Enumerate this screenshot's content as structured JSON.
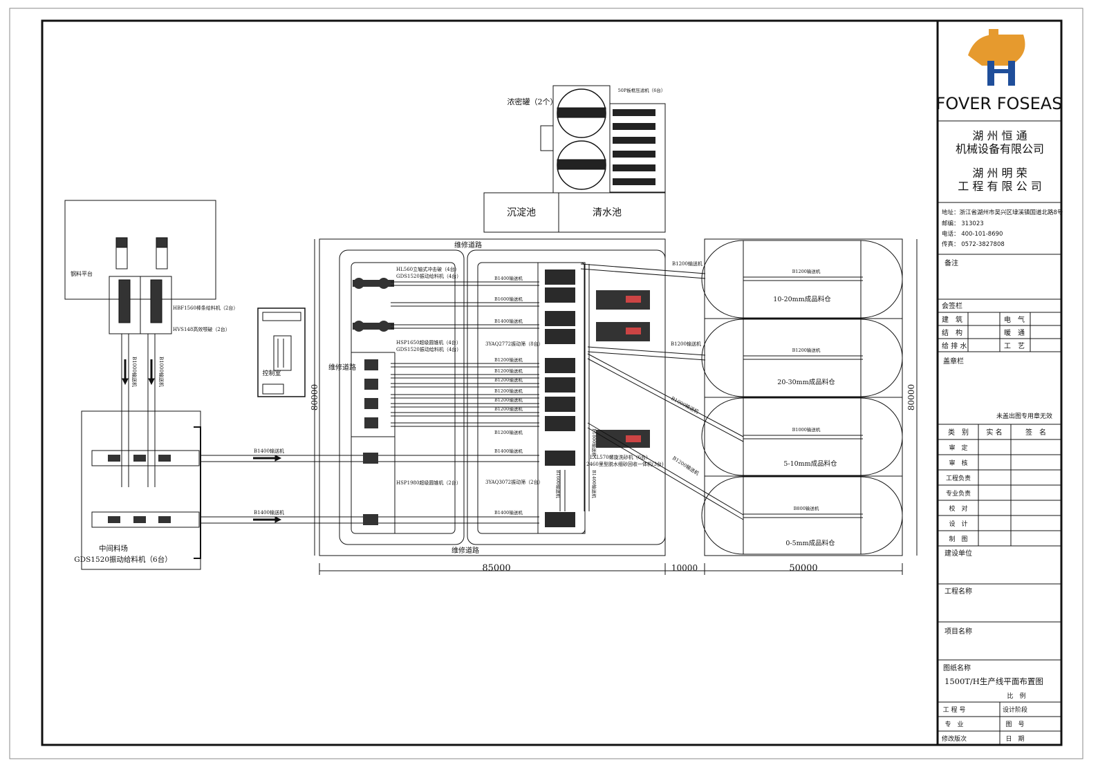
{
  "colors": {
    "line": "#111111",
    "logo_orange": "#E69A2E",
    "logo_blue": "#1F4E9A",
    "paper": "#ffffff"
  },
  "title_block": {
    "logo_text": "FOVER FOSEAS",
    "company_1_line_1": "湖 州 恒 通",
    "company_1_line_2": "机械设备有限公司",
    "company_2_line_1": "湖 州 明 荣",
    "company_2_line_2": "工 程 有 限 公 司",
    "address": "地址：浙江省湖州市吴兴区埭溪镇国道北路8号",
    "postcode": "邮编： 313023",
    "phone": "电话： 400-101-8690",
    "fax": "传真： 0572-3827808",
    "remarks": "备注",
    "countersign": "会签栏",
    "sign_cells": [
      [
        "建　筑",
        "电　气"
      ],
      [
        "结　构",
        "暖　通"
      ],
      [
        "给 排 水",
        "工　艺"
      ]
    ],
    "seal": "盖章栏",
    "seal_note": "未盖出图专用章无效",
    "approval_header": [
      "类　别",
      "实 名",
      "签　名"
    ],
    "approval_rows": [
      "审　定",
      "审　核",
      "工程负责",
      "专业负责",
      "校　对",
      "设　计",
      "制　图"
    ],
    "construction_unit": "建设单位",
    "project_name": "工程名称",
    "item_name": "项目名称",
    "drawing_name_label": "图纸名称",
    "drawing_name": "1500T/H生产线平面布置图",
    "scale": "比　例",
    "footer_cells": [
      [
        "工 程 号",
        "设计阶段"
      ],
      [
        "专　业",
        "图　号"
      ],
      [
        "修改版次",
        "日　期"
      ]
    ]
  },
  "labels": {
    "thickener": "浓密罐（2个）",
    "filter_press": "50P板框压滤机（6台）",
    "sedimentation": "沉淀池",
    "clear_water": "清水池",
    "steel_platform": "钢料平台",
    "hbf": "HBF1560棒条给料机（2台）",
    "hvs": "HVS148高效颚破（2台）",
    "control_room": "控制室",
    "b1000_a": "B1000输送机",
    "b1000_b": "B1000输送机",
    "middle_yard": "中间料场",
    "gds_yard": "GDS1520振动给料机（6台）",
    "road_top": "维修道路",
    "road_bottom": "维修道路",
    "road_left": "维修道路",
    "vsi_1": "HL560立轴式冲击破（4台）",
    "vsi_2": "GDS1520振动给料机（4台）",
    "cone_1": "HSP1650超级圆锥机（4台）",
    "cone_2": "GDS1520振动给料机（4台）",
    "cone_1980": "HSP1980超级圆锥机（2台）",
    "screen_8": "3YAQ2772振动筛（8台）",
    "screen_2": "3YAQ3072振动筛（2台）",
    "lxl_1": "LXL570螺旋洗砂机（6台）",
    "lxl_2": "2460里型脱水细砂回收一体机(3台)",
    "b1400_yard_1": "B1400输送机",
    "b1400_yard_2": "B1400输送机",
    "belts_right": [
      "B1400输送机",
      "B1600输送机",
      "B1400输送机",
      "B1200输送机",
      "B1200输送机",
      "B1200输送机",
      "B1200输送机",
      "B1200输送机",
      "B1200输送机",
      "B1200输送机",
      "B1400输送机",
      "B1400输送机"
    ],
    "b1600_v": "B1600输送机",
    "b1400_v": "B1400输送机",
    "b1800_v": "B1800输送机",
    "out_1": "B1200输送机",
    "out_2": "B1200输送机",
    "out_3": "B1000输送机",
    "out_4": "B1200输送机",
    "bin_belt_1": "B1200输送机",
    "bin_belt_2": "B1200输送机",
    "bin_belt_3": "B1000输送机",
    "bin_belt_4": "B800输送机",
    "bin_1": "10-20mm成品料仓",
    "bin_2": "20-30mm成品料仓",
    "bin_3": "5-10mm成品料仓",
    "bin_4": "0-5mm成品料仓",
    "dim_85000": "85000",
    "dim_10000": "10000",
    "dim_50000": "50000",
    "dim_80000_left": "80000",
    "dim_80000_right": "80000"
  }
}
